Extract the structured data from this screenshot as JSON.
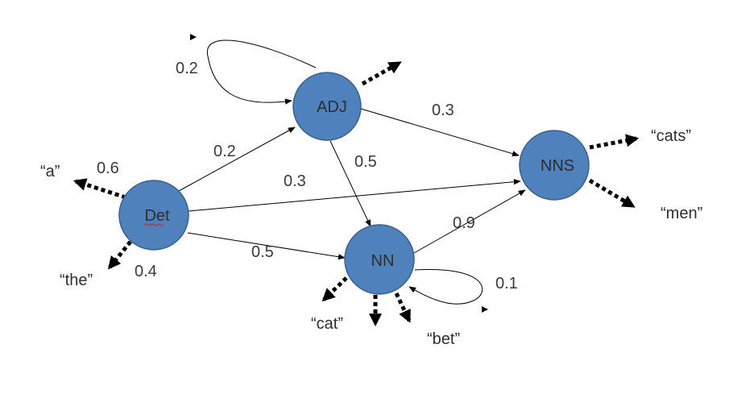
{
  "colors": {
    "node_fill": "#4f81bd",
    "node_stroke": "#3a5f8f",
    "edge": "#000000"
  },
  "nodes": {
    "det": {
      "label": "Det"
    },
    "adj": {
      "label": "ADJ"
    },
    "nn": {
      "label": "NN"
    },
    "nns": {
      "label": "NNS"
    }
  },
  "transitions": {
    "adj_self": "0.2",
    "det_adj": "0.2",
    "det_nns": "0.3",
    "det_nn": "0.5",
    "adj_nns": "0.3",
    "adj_nn": "0.5",
    "nn_nns": "0.9",
    "nn_self": "0.1"
  },
  "emissions": {
    "det_a": {
      "word": "“a”",
      "prob": "0.6"
    },
    "det_the": {
      "word": "“the”",
      "prob": "0.4"
    },
    "nn_cat": {
      "word": "“cat”"
    },
    "nn_bet": {
      "word": "“bet”"
    },
    "nns_cats": {
      "word": "“cats”"
    },
    "nns_men": {
      "word": "“men”"
    }
  }
}
